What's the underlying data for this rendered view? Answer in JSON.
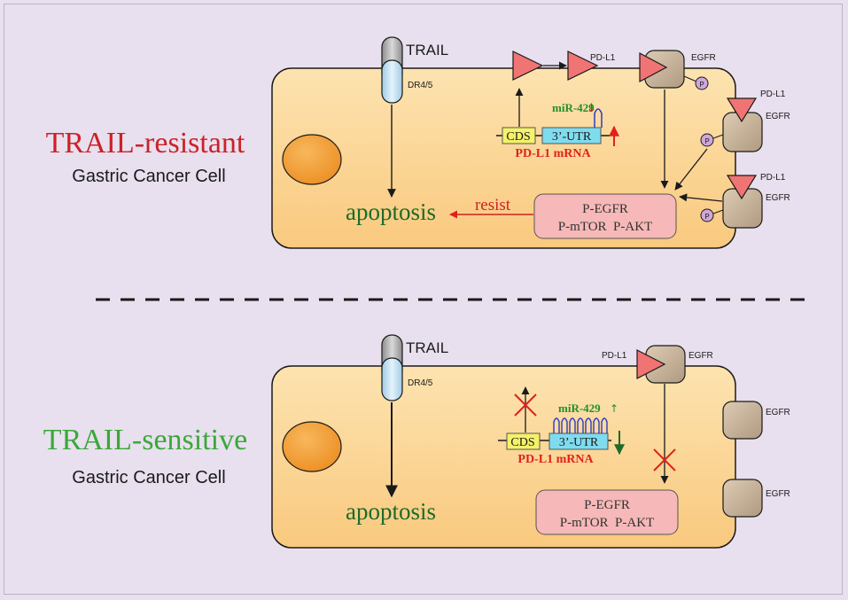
{
  "top_panel": {
    "title": "TRAIL-resistant",
    "subtitle": "Gastric Cancer Cell",
    "trail_label": "TRAIL",
    "receptor_label": "DR4/5",
    "pdl1_label_top": "PD-L1",
    "egfr_label_top": "EGFR",
    "pdl1_label_side1": "PD-L1",
    "egfr_label_side1": "EGFR",
    "pdl1_label_side2": "PD-L1",
    "egfr_label_side2": "EGFR",
    "phospho_label": "P",
    "mirna_label": "miR-429",
    "mirna_arrow": "↓",
    "cds_label": "CDS",
    "utr_label": "3’-UTR",
    "mrna_label": "PD-L1 mRNA",
    "resist_label": "resist",
    "apoptosis_label": "apoptosis",
    "signal_box_line1": "P-EGFR",
    "signal_box_line2": "P-mTOR  P-AKT"
  },
  "bottom_panel": {
    "title": "TRAIL-sensitive",
    "subtitle": "Gastric Cancer Cell",
    "trail_label": "TRAIL",
    "receptor_label": "DR4/5",
    "pdl1_label": "PD-L1",
    "egfr_label_top": "EGFR",
    "egfr_label_side1": "EGFR",
    "egfr_label_side2": "EGFR",
    "mirna_label": "miR-429",
    "mirna_arrow": "↑",
    "cds_label": "CDS",
    "utr_label": "3’-UTR",
    "mrna_label": "PD-L1 mRNA",
    "apoptosis_label": "apoptosis",
    "signal_box_line1": "P-EGFR",
    "signal_box_line2": "P-mTOR  P-AKT"
  },
  "colors": {
    "background": "#e8e0ee",
    "cell_fill": "#fbd69a",
    "cell_stroke": "#1a1a1a",
    "nucleus": "#f4a23c",
    "receptor_blue": "#bfe0f2",
    "receptor_grey": "#a9a9a9",
    "pdl1_triangle": "#f07474",
    "egfr_fill": "#c7b49b",
    "phospho": "#cfa7d9",
    "resistant_red": "#cc2127",
    "sensitive_green": "#3aa83a",
    "apoptosis_green": "#1d6b2a",
    "mirna_green": "#1f8f2e",
    "mrna_red": "#e0211b",
    "cds_yellow": "#f4f26a",
    "utr_cyan": "#7fdcef",
    "signal_box": "#f6b8b8",
    "mirna_loop": "#2a3cc4"
  }
}
